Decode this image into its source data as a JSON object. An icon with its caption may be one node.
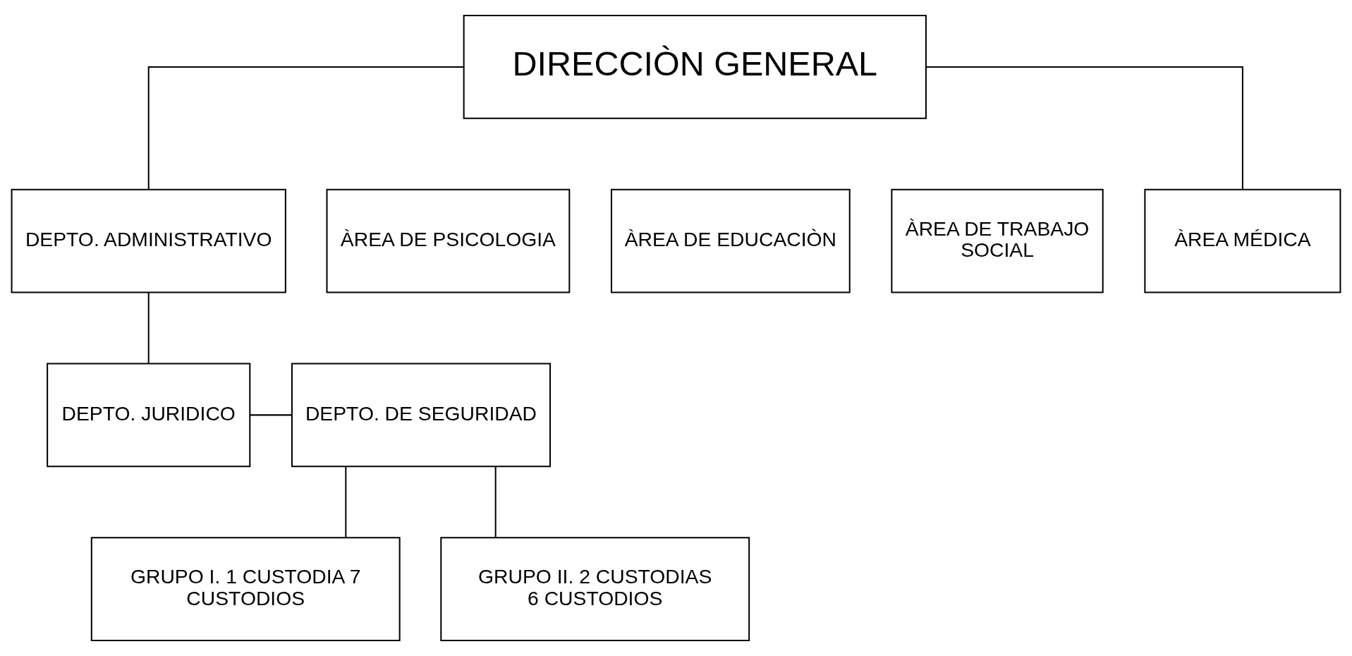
{
  "diagram": {
    "nodes": [
      {
        "text": [
          "DIRECCIÒN GENERAL"
        ]
      },
      {
        "text": [
          "DEPTO. ADMINISTRATIVO"
        ]
      },
      {
        "text": [
          "ÀREA DE PSICOLOGIA"
        ]
      },
      {
        "text": [
          "ÀREA DE EDUCACIÒN"
        ]
      },
      {
        "text": [
          "ÀREA DE TRABAJO SOCIAL"
        ]
      },
      {
        "text": [
          "ÀREA MÉDICA"
        ]
      },
      {
        "text": [
          "DEPTO. JURIDICO"
        ]
      },
      {
        "text": [
          "DEPTO. DE SEGURIDAD"
        ]
      },
      {
        "text": [
          "GRUPO I. 1 CUSTODIA 7 CUSTODIOS"
        ]
      },
      {
        "text": [
          "GRUPO II. 2 CUSTODIAS 6 CUSTODIOS"
        ]
      }
    ],
    "edges": [
      {
        "from": 0,
        "to": 1,
        "arrow": "none"
      },
      {
        "from": 0,
        "to": 5,
        "arrow": "none"
      },
      {
        "from": 1,
        "to": 6,
        "arrow": "none"
      },
      {
        "from": 6,
        "to": 7,
        "arrow": "none"
      },
      {
        "from": 7,
        "to": 8,
        "arrow": "none"
      },
      {
        "from": 7,
        "to": 9,
        "arrow": "none"
      }
    ]
  }
}
